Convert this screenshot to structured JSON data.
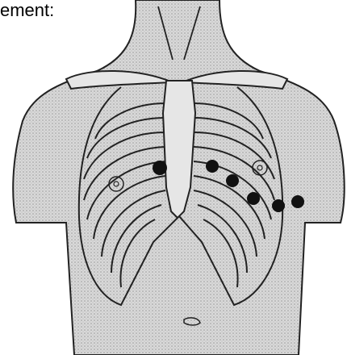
{
  "caption": "ement:",
  "colors": {
    "ink": "#222222",
    "shade": "#cfcfcf",
    "electrode": "#111111",
    "background": "#ffffff"
  },
  "figure": {
    "subject": "torso-anatomy",
    "electrodes": [
      {
        "id": "V1"
      },
      {
        "id": "V2"
      },
      {
        "id": "V3"
      },
      {
        "id": "V4"
      },
      {
        "id": "V5"
      },
      {
        "id": "V6"
      }
    ]
  }
}
